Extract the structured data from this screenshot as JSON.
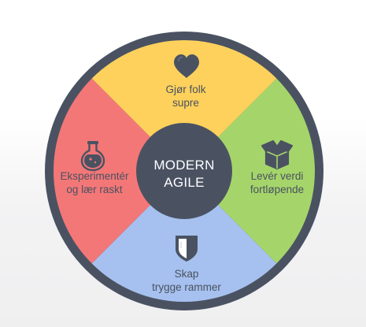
{
  "diagram": {
    "hub": {
      "line1": "MODERN",
      "line2": "AGILE",
      "color": "#4a5262"
    },
    "ring_color": "#4a5262",
    "quadrants": [
      {
        "id": "top",
        "line1": "Gjør folk",
        "line2": "supre",
        "color": "#fdd15c",
        "icon": "heart-icon"
      },
      {
        "id": "right",
        "line1": "Levér verdi",
        "line2": "fortløpende",
        "color": "#a5d56a",
        "icon": "box-icon"
      },
      {
        "id": "bottom",
        "line1": "Skap",
        "line2": "trygge rammer",
        "color": "#a6c1ef",
        "icon": "shield-icon"
      },
      {
        "id": "left",
        "line1": "Eksperimentér",
        "line2": "og lær raskt",
        "color": "#f47777",
        "icon": "flask-icon"
      }
    ]
  }
}
